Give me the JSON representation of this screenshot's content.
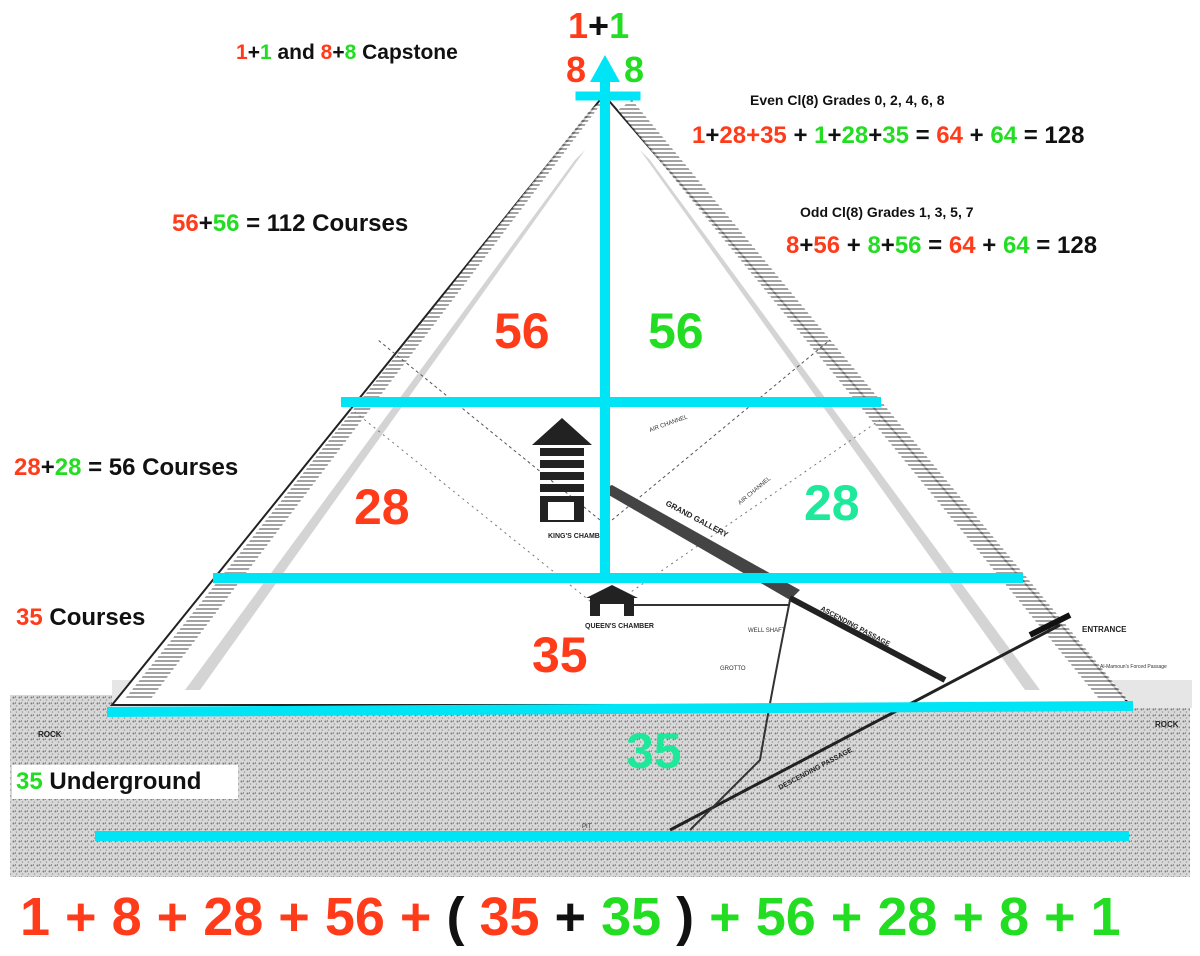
{
  "colors": {
    "red": "#ff3b1a",
    "green": "#22dd22",
    "teal": "#1ee89a",
    "cyan": "#00e5f5",
    "black": "#111111"
  },
  "top": {
    "a": "1",
    "plus": "+",
    "b": "1",
    "c": "8",
    "d": "8"
  },
  "capstone": {
    "a": "1",
    "p1": "+",
    "b": "1",
    "and": " and ",
    "c": "8",
    "p2": "+",
    "d": "8",
    "label": " Capstone"
  },
  "even": {
    "title": "Even Cl(8) Grades 0, 2, 4, 6, 8",
    "t1": "1",
    "p1": "+",
    "t2": "28+35",
    "mid": " + ",
    "t3": "1",
    "p2": "+",
    "t4": "28",
    "p3": "+",
    "t5": "35",
    "eq": " = ",
    "t6": "64",
    "plus": " + ",
    "t7": "64",
    "res": " = 128"
  },
  "odd": {
    "title": "Odd Cl(8) Grades 1, 3, 5, 7",
    "t1": "8",
    "p1": "+",
    "t2": "56",
    "mid": " + ",
    "t3": "8",
    "p2": "+",
    "t4": "56",
    "eq": " = ",
    "t5": "64",
    "plus": " + ",
    "t6": "64",
    "res": " = 128"
  },
  "courses112": {
    "a": "56",
    "p": "+",
    "b": "56",
    "label": " = 112 Courses"
  },
  "courses56": {
    "a": "28",
    "p": "+",
    "b": "28",
    "label": " = 56 Courses"
  },
  "courses35": {
    "a": "35",
    "label": " Courses"
  },
  "underground": {
    "a": "35",
    "label": " Underground"
  },
  "sections": {
    "top_left": "56",
    "top_right": "56",
    "mid_left": "28",
    "mid_right": "28",
    "low": "35",
    "under": "35"
  },
  "bottom": {
    "n1": "1",
    "s1": " + ",
    "n2": "8",
    "s2": " + ",
    "n3": "28",
    "s3": " + ",
    "n4": "56",
    "s4": " + ",
    "lp": "( ",
    "n5": "35",
    "s5": " + ",
    "n6": "35",
    "rp": " )",
    "s6": " + ",
    "n7": "56",
    "s7": " + ",
    "n8": "28",
    "s8": " + ",
    "n9": "8",
    "s9": " + ",
    "n10": "1"
  },
  "pyramid_labels": {
    "kings_chamber": "KING'S CHAMBER",
    "queens_chamber": "QUEEN'S CHAMBER",
    "grand_gallery": "GRAND GALLERY",
    "ascending": "ASCENDING PASSAGE",
    "descending": "DESCENDING PASSAGE",
    "entrance": "ENTRANCE",
    "rock_left": "ROCK",
    "rock_right": "ROCK",
    "air_shaft_left": "AIR CHANNEL",
    "air_shaft_right": "AIR CHANNEL",
    "well_shaft": "WELL SHAFT",
    "grotto": "GROTTO",
    "pit": "PIT",
    "mamoun": "Al-Mamoun's Forced Passage"
  }
}
